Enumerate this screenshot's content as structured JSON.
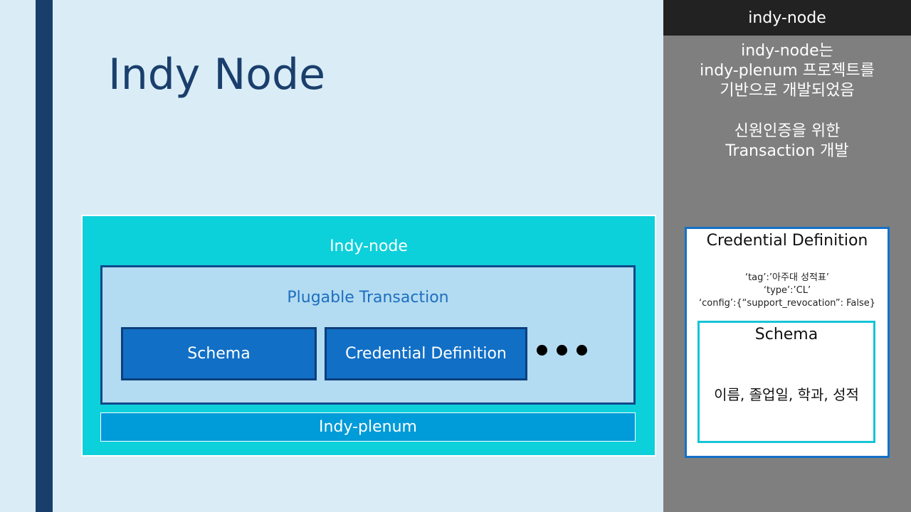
{
  "slide": {
    "title": "Indy Node"
  },
  "diagram": {
    "outer_label": "Indy-node",
    "plugable_label": "Plugable Transaction",
    "modules": [
      "Schema",
      "Credential Definition"
    ],
    "ellipsis_dots": 3,
    "base_label": "Indy-plenum"
  },
  "side_panel": {
    "header": "indy-node",
    "description_lines": [
      "indy-node는",
      "indy-plenum 프로젝트를",
      "기반으로 개발되었음"
    ],
    "purpose_lines": [
      "신원인증을 위한",
      "Transaction 개발"
    ],
    "credential_card": {
      "title": "Credential Definition",
      "attributes": [
        "‘tag’:’아주대 성적표’",
        "‘type’:’CL’",
        "‘config’:{“support_revocation”: False}"
      ]
    },
    "schema_card": {
      "title": "Schema",
      "fields": "이름, 졸업일, 학과, 성적"
    }
  },
  "colors": {
    "background": "#daedf7",
    "accent_bar": "#1a3e6b",
    "outer_box": "#0cd0da",
    "plugable_box": "#b3dcf2",
    "module": "#116fc6",
    "plenum": "#009bd9",
    "side_panel": "#7f7f7f",
    "side_header": "#222222"
  }
}
